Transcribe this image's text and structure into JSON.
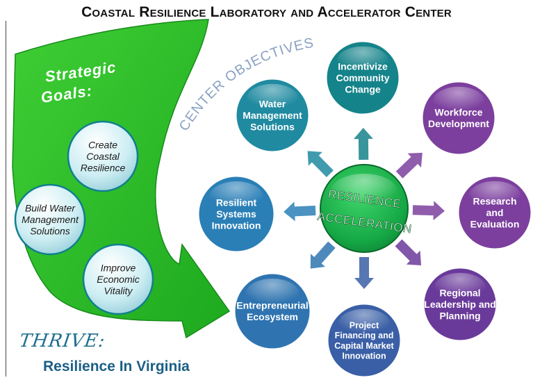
{
  "title": "Coastal Resilience Laboratory and Accelerator Center",
  "strategic": {
    "heading_line1": "Strategic",
    "heading_line2": "Goals:",
    "goals": [
      {
        "lines": [
          "Create",
          "Coastal",
          "Resilience"
        ]
      },
      {
        "lines": [
          "Build Water",
          "Management",
          "Solutions"
        ]
      },
      {
        "lines": [
          "Improve",
          "Economic",
          "Vitality"
        ]
      }
    ]
  },
  "arc_label": "CENTER OBJECTIVES",
  "center": {
    "lines": [
      "RESILIENCE",
      "ACCELERATION"
    ]
  },
  "objectives": [
    {
      "lines": [
        "Incentivize",
        "Community",
        "Change"
      ],
      "color": "#15838a"
    },
    {
      "lines": [
        "Workforce",
        "Development"
      ],
      "color": "#7c3f9e"
    },
    {
      "lines": [
        "Research",
        "and",
        "Evaluation"
      ],
      "color": "#7c3f9e"
    },
    {
      "lines": [
        "Regional",
        "Leadership and",
        "Planning"
      ],
      "color": "#6a3a9a"
    },
    {
      "lines": [
        "Project",
        "Financing and",
        "Capital Market",
        "Innovation"
      ],
      "color": "#3a5fa6"
    },
    {
      "lines": [
        "Entrepreneurial",
        "Ecosystem"
      ],
      "color": "#2f74b0"
    },
    {
      "lines": [
        "Resilient",
        "Systems",
        "Innovation"
      ],
      "color": "#2a7fb6"
    },
    {
      "lines": [
        "Water",
        "Management",
        "Solutions"
      ],
      "color": "#1f8aa0"
    }
  ],
  "thrive": "THRIVE:",
  "thrive_sub": "Resilience In Virginia"
}
